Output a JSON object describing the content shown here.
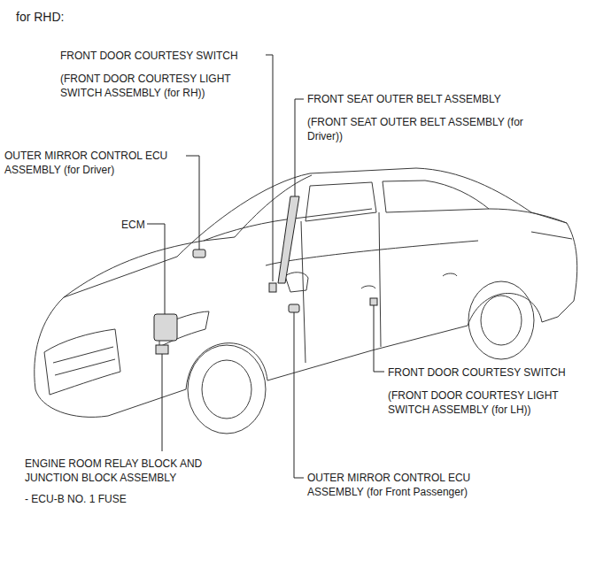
{
  "diagram": {
    "title": "for RHD:",
    "labels": [
      "FRONT DOOR COURTESY SWITCH",
      "(FRONT DOOR COURTESY LIGHT SWITCH ASSEMBLY (for RH))",
      "FRONT SEAT OUTER BELT ASSEMBLY",
      "(FRONT SEAT OUTER BELT ASSEMBLY (for Driver))",
      "OUTER MIRROR CONTROL ECU ASSEMBLY (for Driver)",
      "ECM",
      "FRONT DOOR COURTESY SWITCH",
      "(FRONT DOOR COURTESY LIGHT SWITCH ASSEMBLY (for LH))",
      "ENGINE ROOM RELAY BLOCK AND JUNCTION BLOCK ASSEMBLY",
      "- ECU-B NO. 1 FUSE",
      "OUTER MIRROR CONTROL ECU ASSEMBLY (for Front Passenger)"
    ]
  }
}
